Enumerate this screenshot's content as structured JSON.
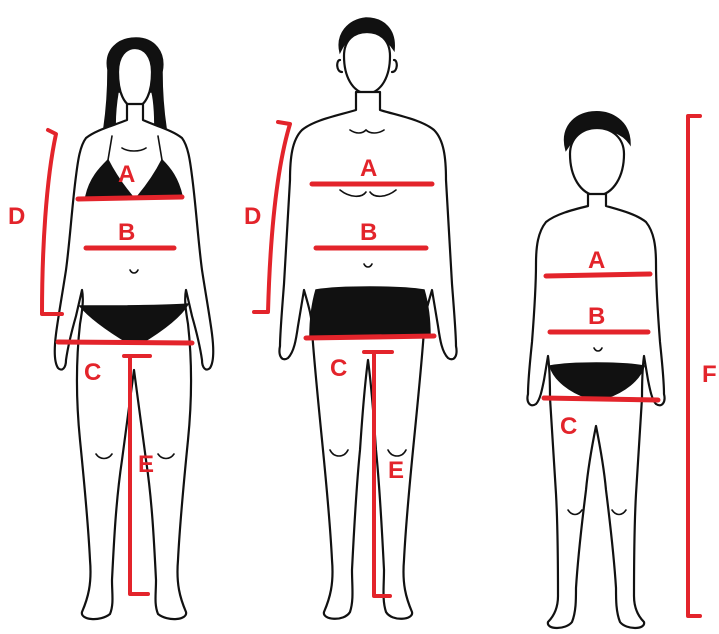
{
  "colors": {
    "measure": "#e3242b",
    "outline": "#111111",
    "fill": "#ffffff"
  },
  "figures": [
    {
      "id": "woman",
      "labels": {
        "A": "A",
        "B": "B",
        "C": "C",
        "D": "D",
        "E": "E"
      }
    },
    {
      "id": "man",
      "labels": {
        "A": "A",
        "B": "B",
        "C": "C",
        "D": "D",
        "E": "E"
      }
    },
    {
      "id": "child",
      "labels": {
        "A": "A",
        "B": "B",
        "C": "C",
        "F": "F"
      }
    }
  ]
}
